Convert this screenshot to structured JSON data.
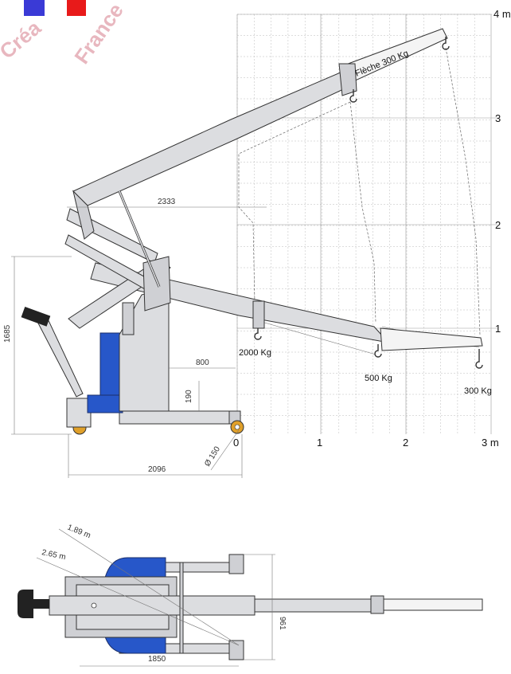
{
  "logo": {
    "flag_colors": [
      "#3a3ad6",
      "#ffffff",
      "#e81a1a"
    ],
    "watermark_text": "Créa France",
    "watermark_color": "#e8b7bf"
  },
  "side_view": {
    "axis_y_labels": [
      "4 m",
      "3",
      "2",
      "1"
    ],
    "axis_x_labels": [
      "0",
      "1",
      "2",
      "3 m"
    ],
    "boom_label": "Flèche 300 Kg",
    "loads": [
      "2000 Kg",
      "500 Kg",
      "300 Kg"
    ],
    "dimensions": {
      "height": "1685",
      "reach_top": "2333",
      "leg_length": "800",
      "ground_clearance": "190",
      "wheel_diameter": "Ø 150",
      "overall_length": "2096"
    }
  },
  "top_view": {
    "radius_outer": "1.89 m",
    "radius_inner": "2.65 m",
    "width": "961",
    "length": "1850"
  },
  "colors": {
    "steel": "#dcdde0",
    "counterweight_blue": "#2757c9",
    "grid": "#bbbbbb"
  }
}
